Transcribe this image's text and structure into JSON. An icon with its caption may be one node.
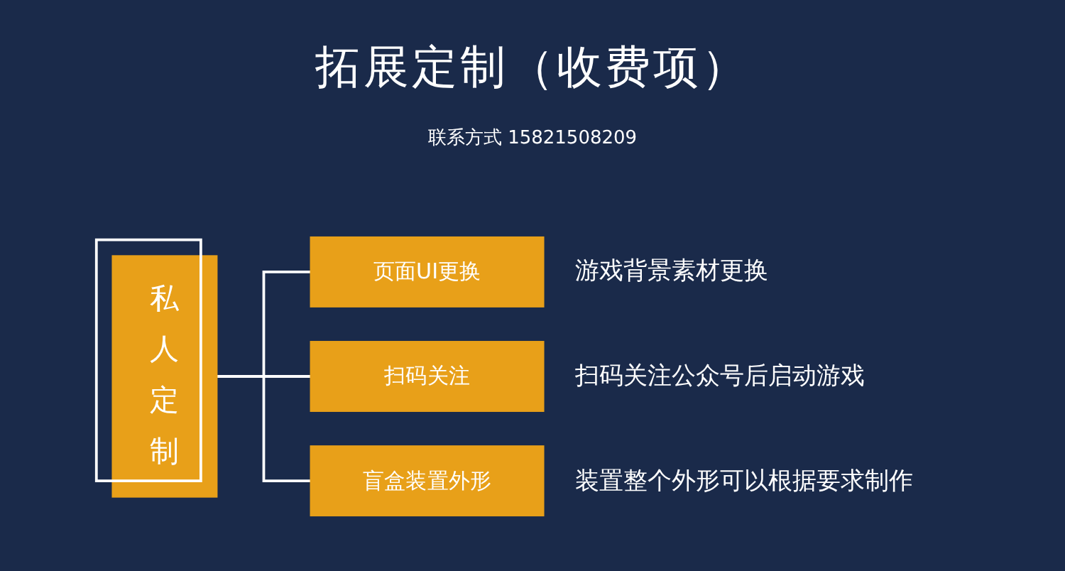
{
  "diagram": {
    "title": "拓展定制（收费项）",
    "nodes": [
      {
        "text": [
          "私人定制"
        ]
      },
      {
        "text": [
          "页面UI更换"
        ],
        "beside": [
          "游戏背景素材更换"
        ]
      },
      {
        "text": [
          "扫码关注"
        ],
        "beside": [
          "扫码关注公众号后启动游戏"
        ]
      },
      {
        "text": [
          "盲盒装置外形"
        ],
        "beside": [
          "装置整个外形可以根据要求制作"
        ]
      }
    ],
    "edges": [
      {
        "from": 0,
        "to": 1,
        "arrow": "none"
      },
      {
        "from": 0,
        "to": 2,
        "arrow": "none"
      },
      {
        "from": 0,
        "to": 3,
        "arrow": "none"
      }
    ],
    "labels": [
      "联系方式 15821508209"
    ]
  }
}
